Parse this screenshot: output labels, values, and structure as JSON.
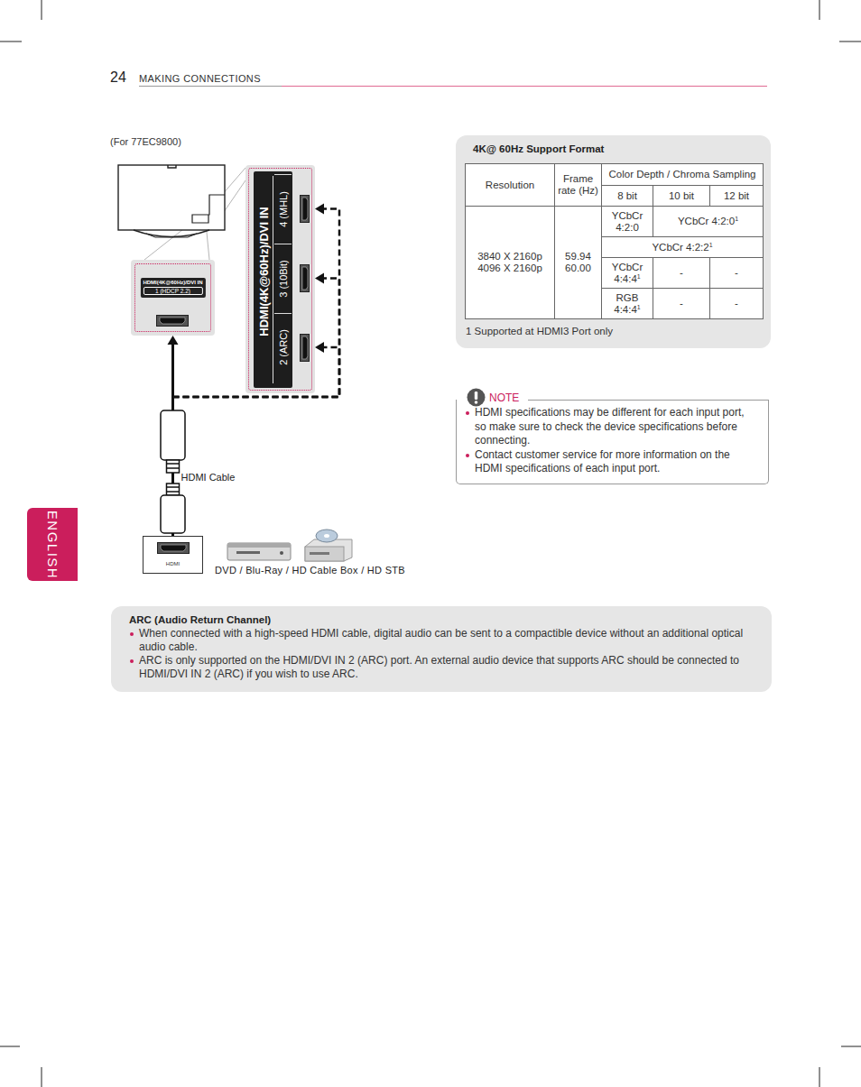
{
  "diagram": {
    "nodes": [
      {
        "text": [
          "HDMI(4K@60Hz)/DVI IN",
          "1 (HDCP 2.2)"
        ]
      },
      {
        "text": [
          "HDMI(4K@60Hz)/DVI IN"
        ]
      },
      {
        "text": [
          "2 (ARC)"
        ],
        "in": 1
      },
      {
        "text": [
          "3 (10Bit)"
        ],
        "in": 1
      },
      {
        "text": [
          "4 (MHL)"
        ],
        "in": 1
      },
      {
        "text": [
          "HDMI"
        ]
      },
      {
        "text": [
          "4K@ 60Hz Support Format",
          "1 Supported at HDMI3 Port only"
        ]
      },
      {
        "text": [
          "NOTE",
          "HDMI specifications may be different for each input port, so make sure to check the device specifications before connecting.",
          "Contact customer service for more information on the HDMI specifications of each input port."
        ]
      },
      {
        "text": [
          "ARC (Audio Return Channel)",
          "When connected with a high-speed HDMI cable, digital audio can be sent to a compactible device without an additional optical audio cable.",
          "ARC is only supported on the HDMI/DVI IN 2 (ARC) port. An external audio device that supports ARC should be connected to HDMI/DVI IN 2 (ARC) if you wish to use ARC."
        ]
      },
      {
        "text": [
          "ENGLISH"
        ]
      }
    ],
    "edges": [
      {
        "from": 5,
        "to": 0,
        "arrow": "to",
        "label": "HDMI Cable"
      },
      {
        "from": 5,
        "to": 2,
        "arrow": "to"
      },
      {
        "from": 5,
        "to": 3,
        "arrow": "to"
      },
      {
        "from": 5,
        "to": 4,
        "arrow": "to"
      }
    ],
    "labels": [
      "24",
      "MAKING CONNECTIONS",
      "(For 77EC9800)",
      "DVD / Blu-Ray / HD Cable Box / HD STB",
      "Resolution",
      "Frame rate (Hz)",
      "Color Depth / Chroma Sampling",
      "8 bit",
      "10 bit",
      "12 bit",
      "3840 X 2160p",
      "4096 X 2160p",
      "59.94",
      "60.00",
      "YCbCr 4:2:0",
      "YCbCr 4:2:0",
      "1",
      "YCbCr 4:2:2",
      "1",
      "YCbCr 4:4:4",
      "1",
      "-",
      "-",
      "RGB 4:4:4",
      "1",
      "-",
      "-"
    ]
  }
}
